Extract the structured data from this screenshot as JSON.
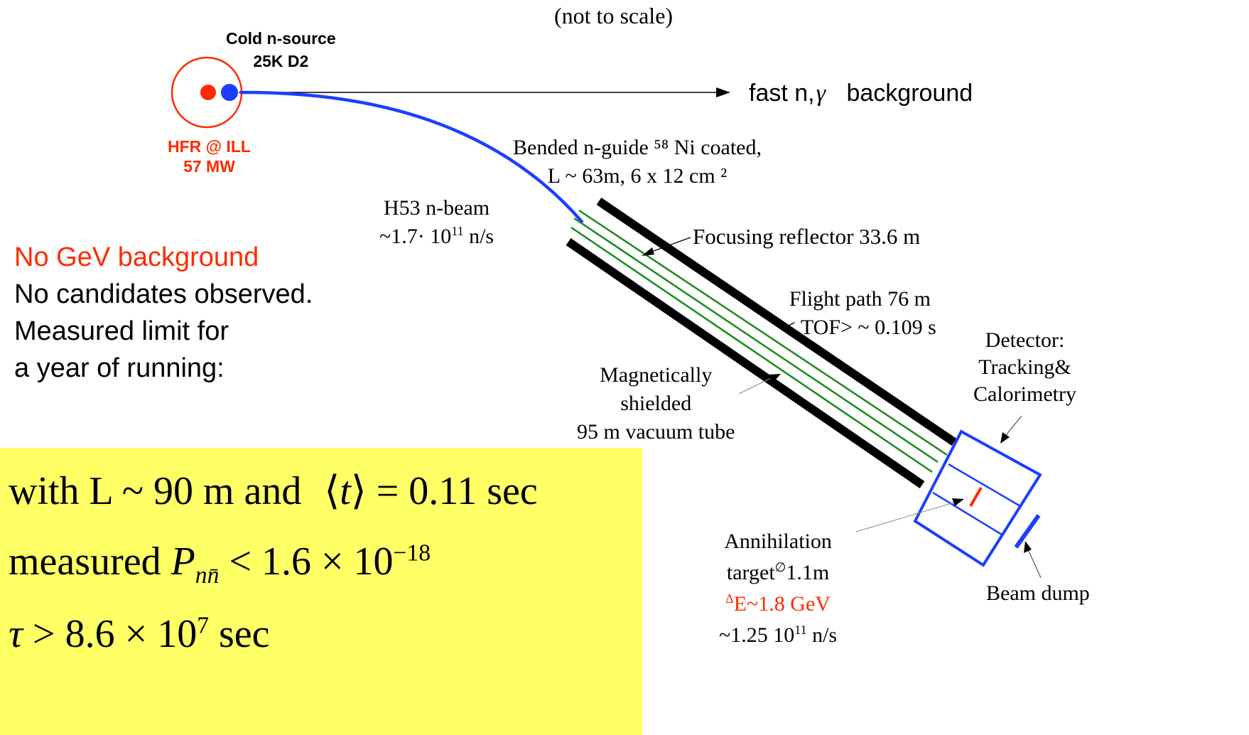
{
  "diagram": {
    "note": "(not to scale)",
    "cold_source": {
      "line1": "Cold n-source",
      "line2": "25K D2"
    },
    "reactor": {
      "line1": "HFR @ ILL",
      "line2": "57 MW"
    },
    "fast_background": {
      "prefix": "fast n,",
      "gamma": "γ",
      "suffix": "background"
    },
    "guide": {
      "line1": "Bended n-guide ⁵⁸ Ni coated,",
      "line2": "L ~ 63m, 6 x 12 cm ²"
    },
    "beam": {
      "line1": "H53 n-beam",
      "flux_base": "~1.7· 10",
      "flux_exp": "11",
      "flux_unit": "n/s"
    },
    "reflector": "Focusing reflector 33.6 m",
    "flight": {
      "line1": "Flight path 76 m",
      "line2": "< TOF> ~ 0.109 s"
    },
    "detector": {
      "line1": "Detector:",
      "line2": "Tracking&",
      "line3": "Calorimetry"
    },
    "tube": {
      "line1": "Magnetically",
      "line2": "shielded",
      "line3": "95 m vacuum tube"
    },
    "target": {
      "line1": "Annihilation",
      "line2_prefix": "target",
      "diameter_symbol": "∅",
      "line2_value": "1.1m",
      "energy_delta": "Δ",
      "energy_text": "E~1.8 GeV",
      "flux_base": "~1.25 10",
      "flux_exp": "11",
      "flux_unit": "n/s"
    },
    "beam_dump": "Beam dump",
    "colors": {
      "beam": "#1a3fff",
      "reactor": "#ff2a00",
      "guide_walls": "#000000",
      "reflector": "#1a8a1a",
      "detector": "#1a3fff",
      "highlight": "#ffff66"
    }
  },
  "summary": {
    "line1": "No GeV background",
    "line2": "No candidates observed.",
    "line3": "Measured limit for",
    "line4": "a year of running:"
  },
  "result": {
    "line1": {
      "text": "with L ~ 90 m  and",
      "langle": "⟨",
      "t": "t",
      "rangle": "⟩",
      "value": "= 0.11  sec"
    },
    "line2": {
      "prefix": "measured ",
      "P": "P",
      "sub": "nn̄",
      "value": " < 1.6 × 10",
      "exp": "−18"
    },
    "line3": {
      "tau": "τ",
      "value": " > 8.6 × 10",
      "exp": "7",
      "unit": " sec"
    }
  }
}
